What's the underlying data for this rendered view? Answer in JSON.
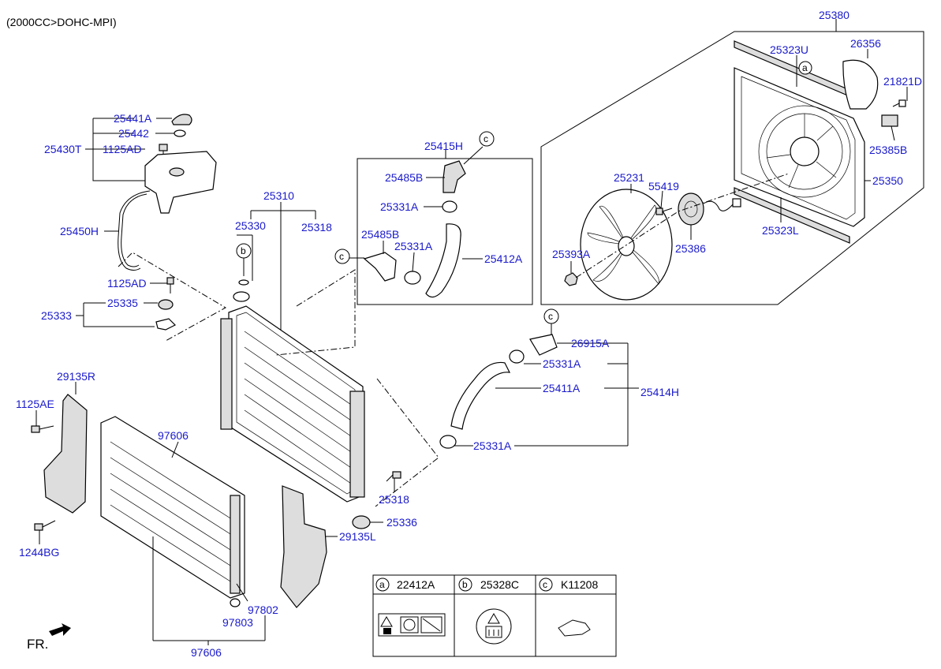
{
  "header": {
    "engine_spec": "(2000CC>DOHC-MPI)"
  },
  "orientation": {
    "front_label": "FR."
  },
  "callouts": {
    "c25380": "25380",
    "c25323U": "25323U",
    "c26356": "26356",
    "c21821D": "21821D",
    "c25385B": "25385B",
    "c25350": "25350",
    "c25323L": "25323L",
    "c25231": "25231",
    "c55419": "55419",
    "c25386": "25386",
    "c25393A": "25393A",
    "c25441A": "25441A",
    "c25442": "25442",
    "c25430T": "25430T",
    "c1125AD_top": "1125AD",
    "c25450H": "25450H",
    "c1125AD_mid": "1125AD",
    "c25335": "25335",
    "c25333": "25333",
    "c25415H": "25415H",
    "c25485B_top": "25485B",
    "c25331A_top": "25331A",
    "c25485B_mid": "25485B",
    "c25331A_mid": "25331A",
    "c25412A": "25412A",
    "c25310": "25310",
    "c25330": "25330",
    "c25318_top": "25318",
    "c26915A": "26915A",
    "c25331A_r1": "25331A",
    "c25411A": "25411A",
    "c25414H": "25414H",
    "c25331A_r2": "25331A",
    "c29135R": "29135R",
    "c1125AE": "1125AE",
    "c1244BG": "1244BG",
    "c97606_top": "97606",
    "c25318_bot": "25318",
    "c25336": "25336",
    "c29135L": "29135L",
    "c97802": "97802",
    "c97803": "97803",
    "c97606_bot": "97606"
  },
  "tags": {
    "a": "a",
    "b": "b",
    "c": "c"
  },
  "legend": {
    "items": [
      {
        "tag": "a",
        "part": "22412A"
      },
      {
        "tag": "b",
        "part": "25328C"
      },
      {
        "tag": "c",
        "part": "K11208"
      }
    ]
  }
}
